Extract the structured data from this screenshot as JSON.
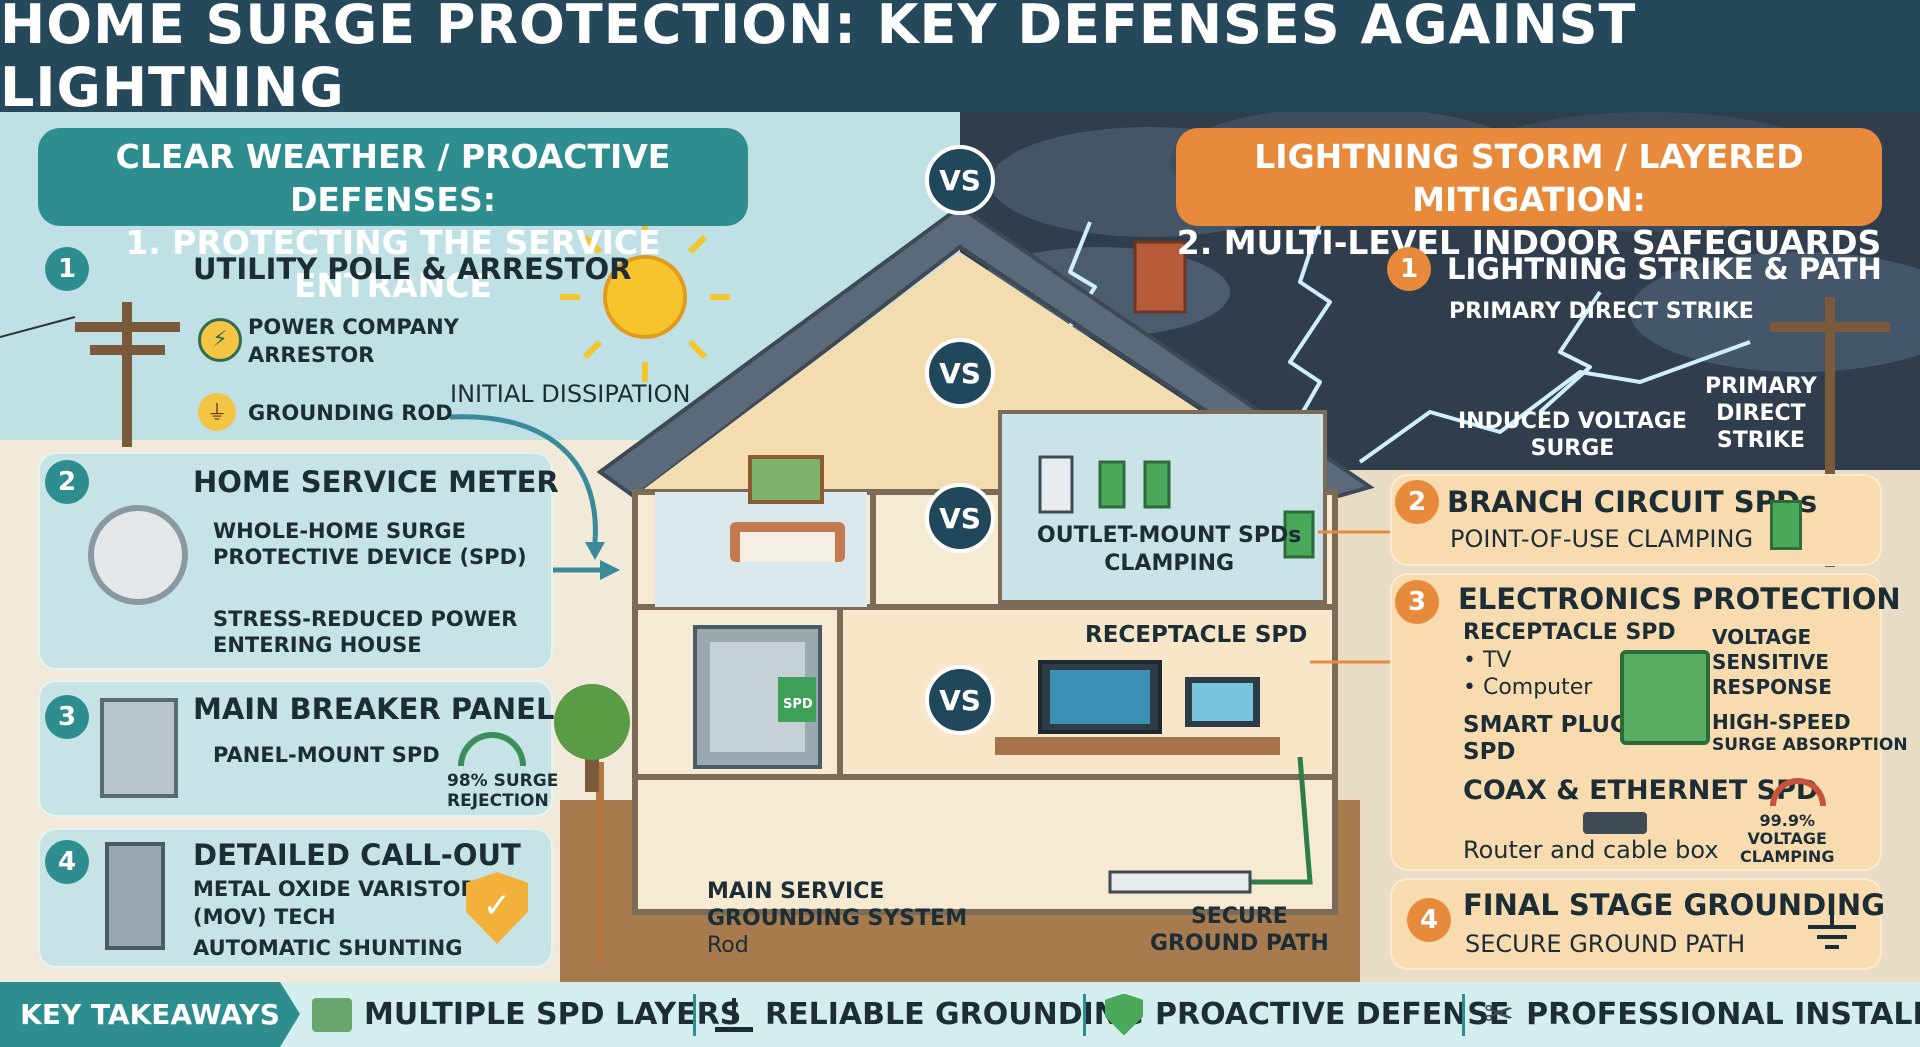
{
  "title": "HOME SURGE PROTECTION: KEY DEFENSES AGAINST LIGHTNING",
  "left_header": {
    "line1": "CLEAR WEATHER / PROACTIVE DEFENSES:",
    "line2": "1. PROTECTING THE SERVICE ENTRANCE"
  },
  "right_header": {
    "line1": "LIGHTNING STORM / LAYERED MITIGATION:",
    "line2": "2. MULTI-LEVEL INDOOR SAFEGUARDS"
  },
  "vs_label": "VS",
  "left_steps": [
    {
      "num": "1",
      "title": "UTILITY POLE & ARRESTOR",
      "items": [
        "POWER COMPANY",
        "ARRESTOR",
        "GROUNDING ROD"
      ]
    },
    {
      "num": "2",
      "title": "HOME SERVICE METER",
      "items": [
        "WHOLE-HOME SURGE",
        "PROTECTIVE DEVICE (SPD)",
        "STRESS-REDUCED POWER",
        "ENTERING HOUSE"
      ]
    },
    {
      "num": "3",
      "title": "MAIN BREAKER PANEL",
      "items": [
        "PANEL-MOUNT SPD",
        "98% SURGE",
        "REJECTION"
      ]
    },
    {
      "num": "4",
      "title": "DETAILED CALL-OUT",
      "items": [
        "METAL OXIDE VARISTOR",
        "(MOV) TECH",
        "AUTOMATIC SHUNTING"
      ]
    }
  ],
  "house_labels": {
    "initial_dissipation": "INITIAL DISSIPATION",
    "outlet_spd": [
      "OUTLET-MOUNT SPDs",
      "CLAMPING"
    ],
    "receptacle_spd": "RECEPTACLE SPD",
    "main_grounding": [
      "MAIN SERVICE",
      "GROUNDING SYSTEM"
    ],
    "rod": "Rod",
    "secure_ground": [
      "SECURE",
      "GROUND PATH"
    ],
    "panel_spd_tag": "SPD"
  },
  "right_steps": {
    "step1": {
      "num": "1",
      "title": "LIGHTNING STRIKE & PATH",
      "sub": "PRIMARY DIRECT STRIKE",
      "induced": [
        "INDUCED VOLTAGE",
        "SURGE"
      ],
      "primary": [
        "PRIMARY",
        "DIRECT",
        "STRIKE"
      ]
    },
    "step2": {
      "num": "2",
      "title": "BRANCH CIRCUIT SPDs",
      "sub": "POINT-OF-USE CLAMPING"
    },
    "step3": {
      "num": "3",
      "title": "ELECTRONICS PROTECTION",
      "receptacle": "RECEPTACLE SPD",
      "bullets": [
        "• TV",
        "• Computer"
      ],
      "smart_plug": [
        "SMART PLUG",
        "SPD"
      ],
      "voltage": [
        "VOLTAGE",
        "SENSITIVE",
        "RESPONSE"
      ],
      "high_speed": [
        "HIGH-SPEED",
        "SURGE ABSORPTION"
      ],
      "coax": "COAX & ETHERNET SPD",
      "router": "Router and cable box",
      "clamping": [
        "99.9%",
        "VOLTAGE",
        "CLAMPING"
      ]
    },
    "step4": {
      "num": "4",
      "title": "FINAL STAGE GROUNDING",
      "sub": "SECURE GROUND PATH"
    }
  },
  "takeaways": {
    "label": "KEY TAKEAWAYS",
    "items": [
      "MULTIPLE SPD LAYERS",
      "RELIABLE GROUNDING",
      "PROACTIVE DEFENSE",
      "PROFESSIONAL INSTALL"
    ],
    "icons": [
      "layers-icon",
      "ground-icon",
      "shield-check-icon",
      "tools-icon"
    ]
  },
  "colors": {
    "navy": "#25495a",
    "teal": "#2e8e8f",
    "orange": "#e88a3b",
    "sky": "#bfe1e6",
    "storm": "#2f3d4c"
  }
}
